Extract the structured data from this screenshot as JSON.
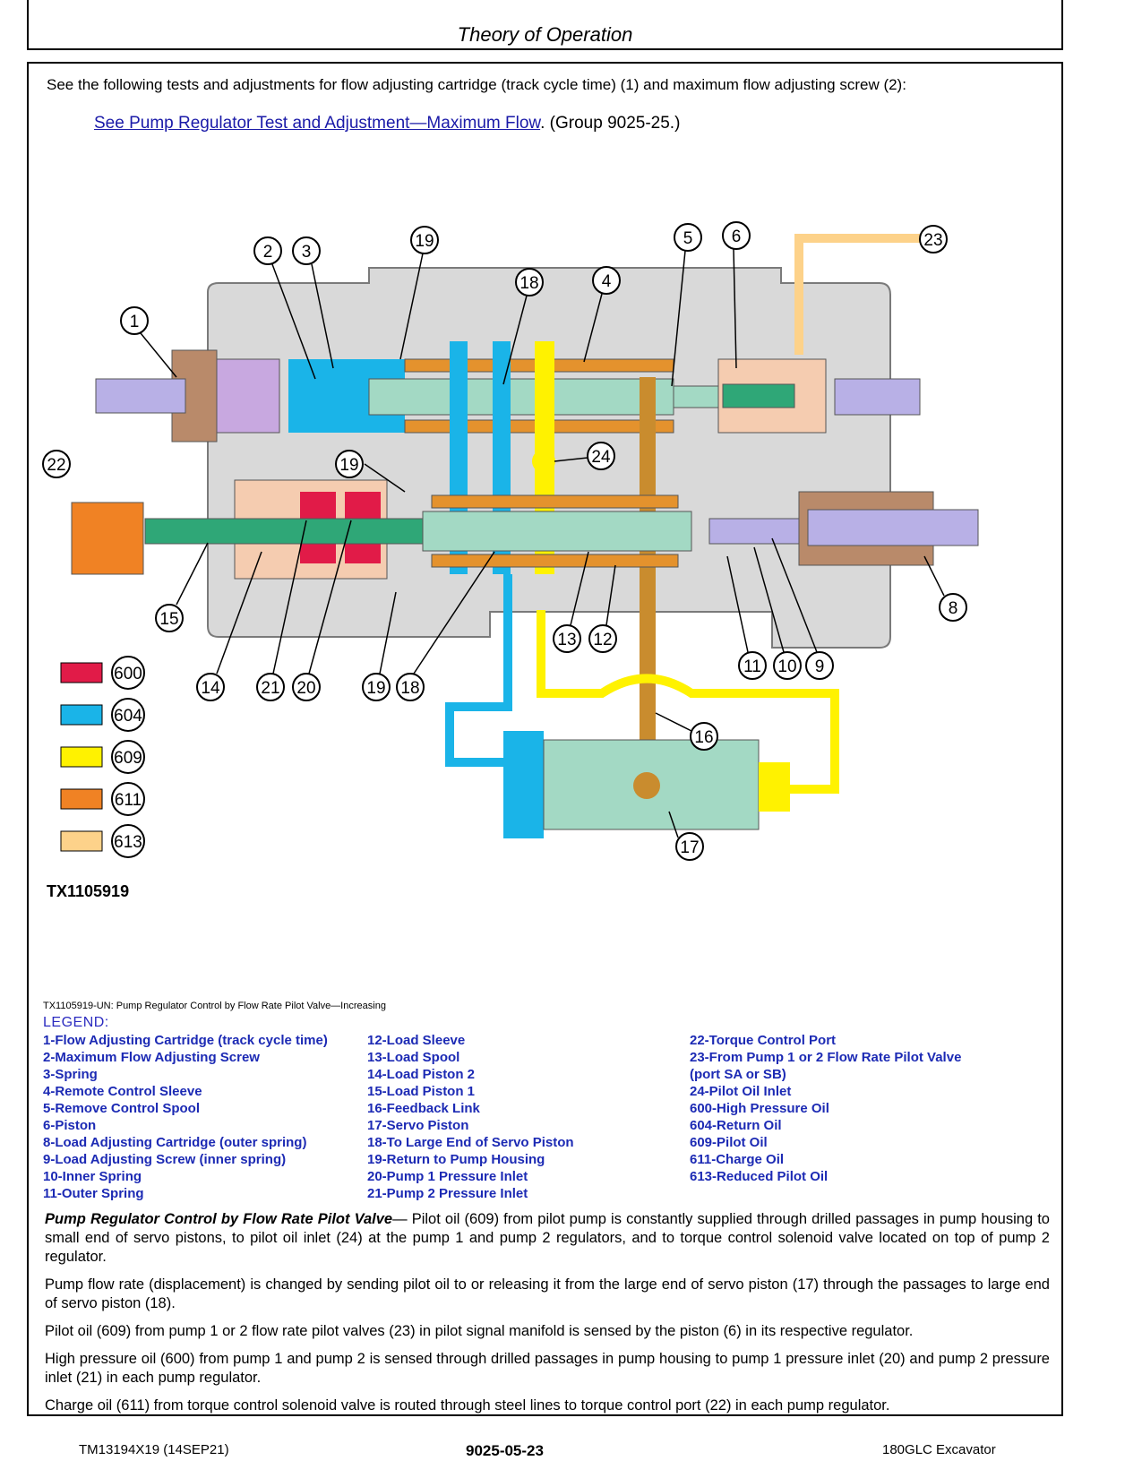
{
  "header": {
    "title": "Theory of Operation"
  },
  "intro": "See the following tests and adjustments for flow adjusting cartridge (track cycle time) (1) and maximum flow adjusting screw (2):",
  "link": {
    "text": "See Pump Regulator Test and Adjustment—Maximum Flow",
    "suffix": ". (Group 9025-25.)"
  },
  "figure": {
    "id_label": "TX1105919",
    "callouts": [
      "1",
      "2",
      "3",
      "4",
      "5",
      "6",
      "8",
      "9",
      "10",
      "11",
      "12",
      "13",
      "14",
      "15",
      "16",
      "17",
      "18",
      "19",
      "20",
      "21",
      "22",
      "23",
      "24"
    ],
    "color_key": [
      {
        "code": "600",
        "color": "#e11b48"
      },
      {
        "code": "604",
        "color": "#1ab4e8"
      },
      {
        "code": "609",
        "color": "#fff200"
      },
      {
        "code": "611",
        "color": "#f08224"
      },
      {
        "code": "613",
        "color": "#fdd28a"
      }
    ],
    "caption": "TX1105919-UN: Pump Regulator Control by Flow Rate Pilot Valve—Increasing"
  },
  "legend": {
    "title": "LEGEND:",
    "col1": [
      "1-Flow Adjusting Cartridge (track cycle time)",
      "2-Maximum Flow Adjusting Screw",
      "3-Spring",
      "4-Remote Control Sleeve",
      "5-Remove Control Spool",
      "6-Piston",
      "8-Load Adjusting Cartridge (outer spring)",
      "9-Load Adjusting Screw (inner spring)",
      "10-Inner Spring",
      "11-Outer Spring"
    ],
    "col2": [
      "12-Load Sleeve",
      "13-Load Spool",
      "14-Load Piston 2",
      "15-Load Piston 1",
      "16-Feedback Link",
      "17-Servo Piston",
      "18-To Large End of Servo Piston",
      "19-Return to Pump Housing",
      "20-Pump 1 Pressure Inlet",
      "21-Pump 2 Pressure Inlet"
    ],
    "col3": [
      "22-Torque Control Port",
      "23-From Pump 1 or 2 Flow Rate Pilot Valve",
      "(port SA or SB)",
      "24-Pilot Oil Inlet",
      "600-High Pressure Oil",
      "604-Return Oil",
      "609-Pilot Oil",
      "611-Charge Oil",
      "613-Reduced Pilot Oil"
    ]
  },
  "body": {
    "p1_title": "Pump Regulator Control by Flow Rate Pilot Valve",
    "p1": "— Pilot oil (609) from pilot pump is constantly supplied through drilled passages in pump housing to small end of servo pistons, to pilot oil inlet (24) at the pump 1 and pump 2 regulators, and to torque control solenoid valve located on top of pump 2 regulator.",
    "p2": "Pump flow rate (displacement) is changed by sending pilot oil to or releasing it from the large end of servo piston (17) through the passages to large end of servo piston (18).",
    "p3": "Pilot oil (609) from pump 1 or 2 flow rate pilot valves (23) in pilot signal manifold is sensed by the piston (6) in its respective regulator.",
    "p4": "High pressure oil (600) from pump 1 and pump 2 is sensed through drilled passages in pump housing to pump 1 pressure inlet (20) and pump 2 pressure inlet (21) in each pump regulator.",
    "p5": "Charge oil (611) from torque control solenoid valve is routed through steel lines to torque control port (22) in each pump regulator."
  },
  "footer": {
    "left": "TM13194X19 (14SEP21)",
    "center": "9025-05-23",
    "right": "180GLC Excavator"
  }
}
